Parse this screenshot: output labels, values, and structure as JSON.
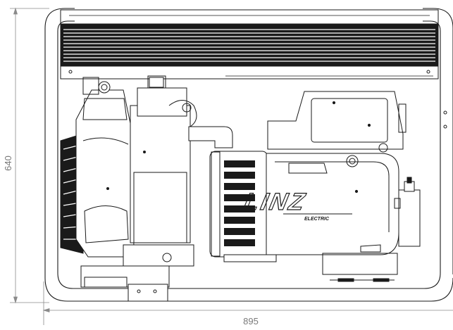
{
  "dimensions": {
    "width_label": "895",
    "height_label": "640"
  },
  "logo": {
    "brand": "LINZ",
    "subtitle": "ELECTRIC"
  },
  "colors": {
    "line": "#1a1a1a",
    "dimension": "#8a8a8a",
    "background": "#ffffff"
  }
}
